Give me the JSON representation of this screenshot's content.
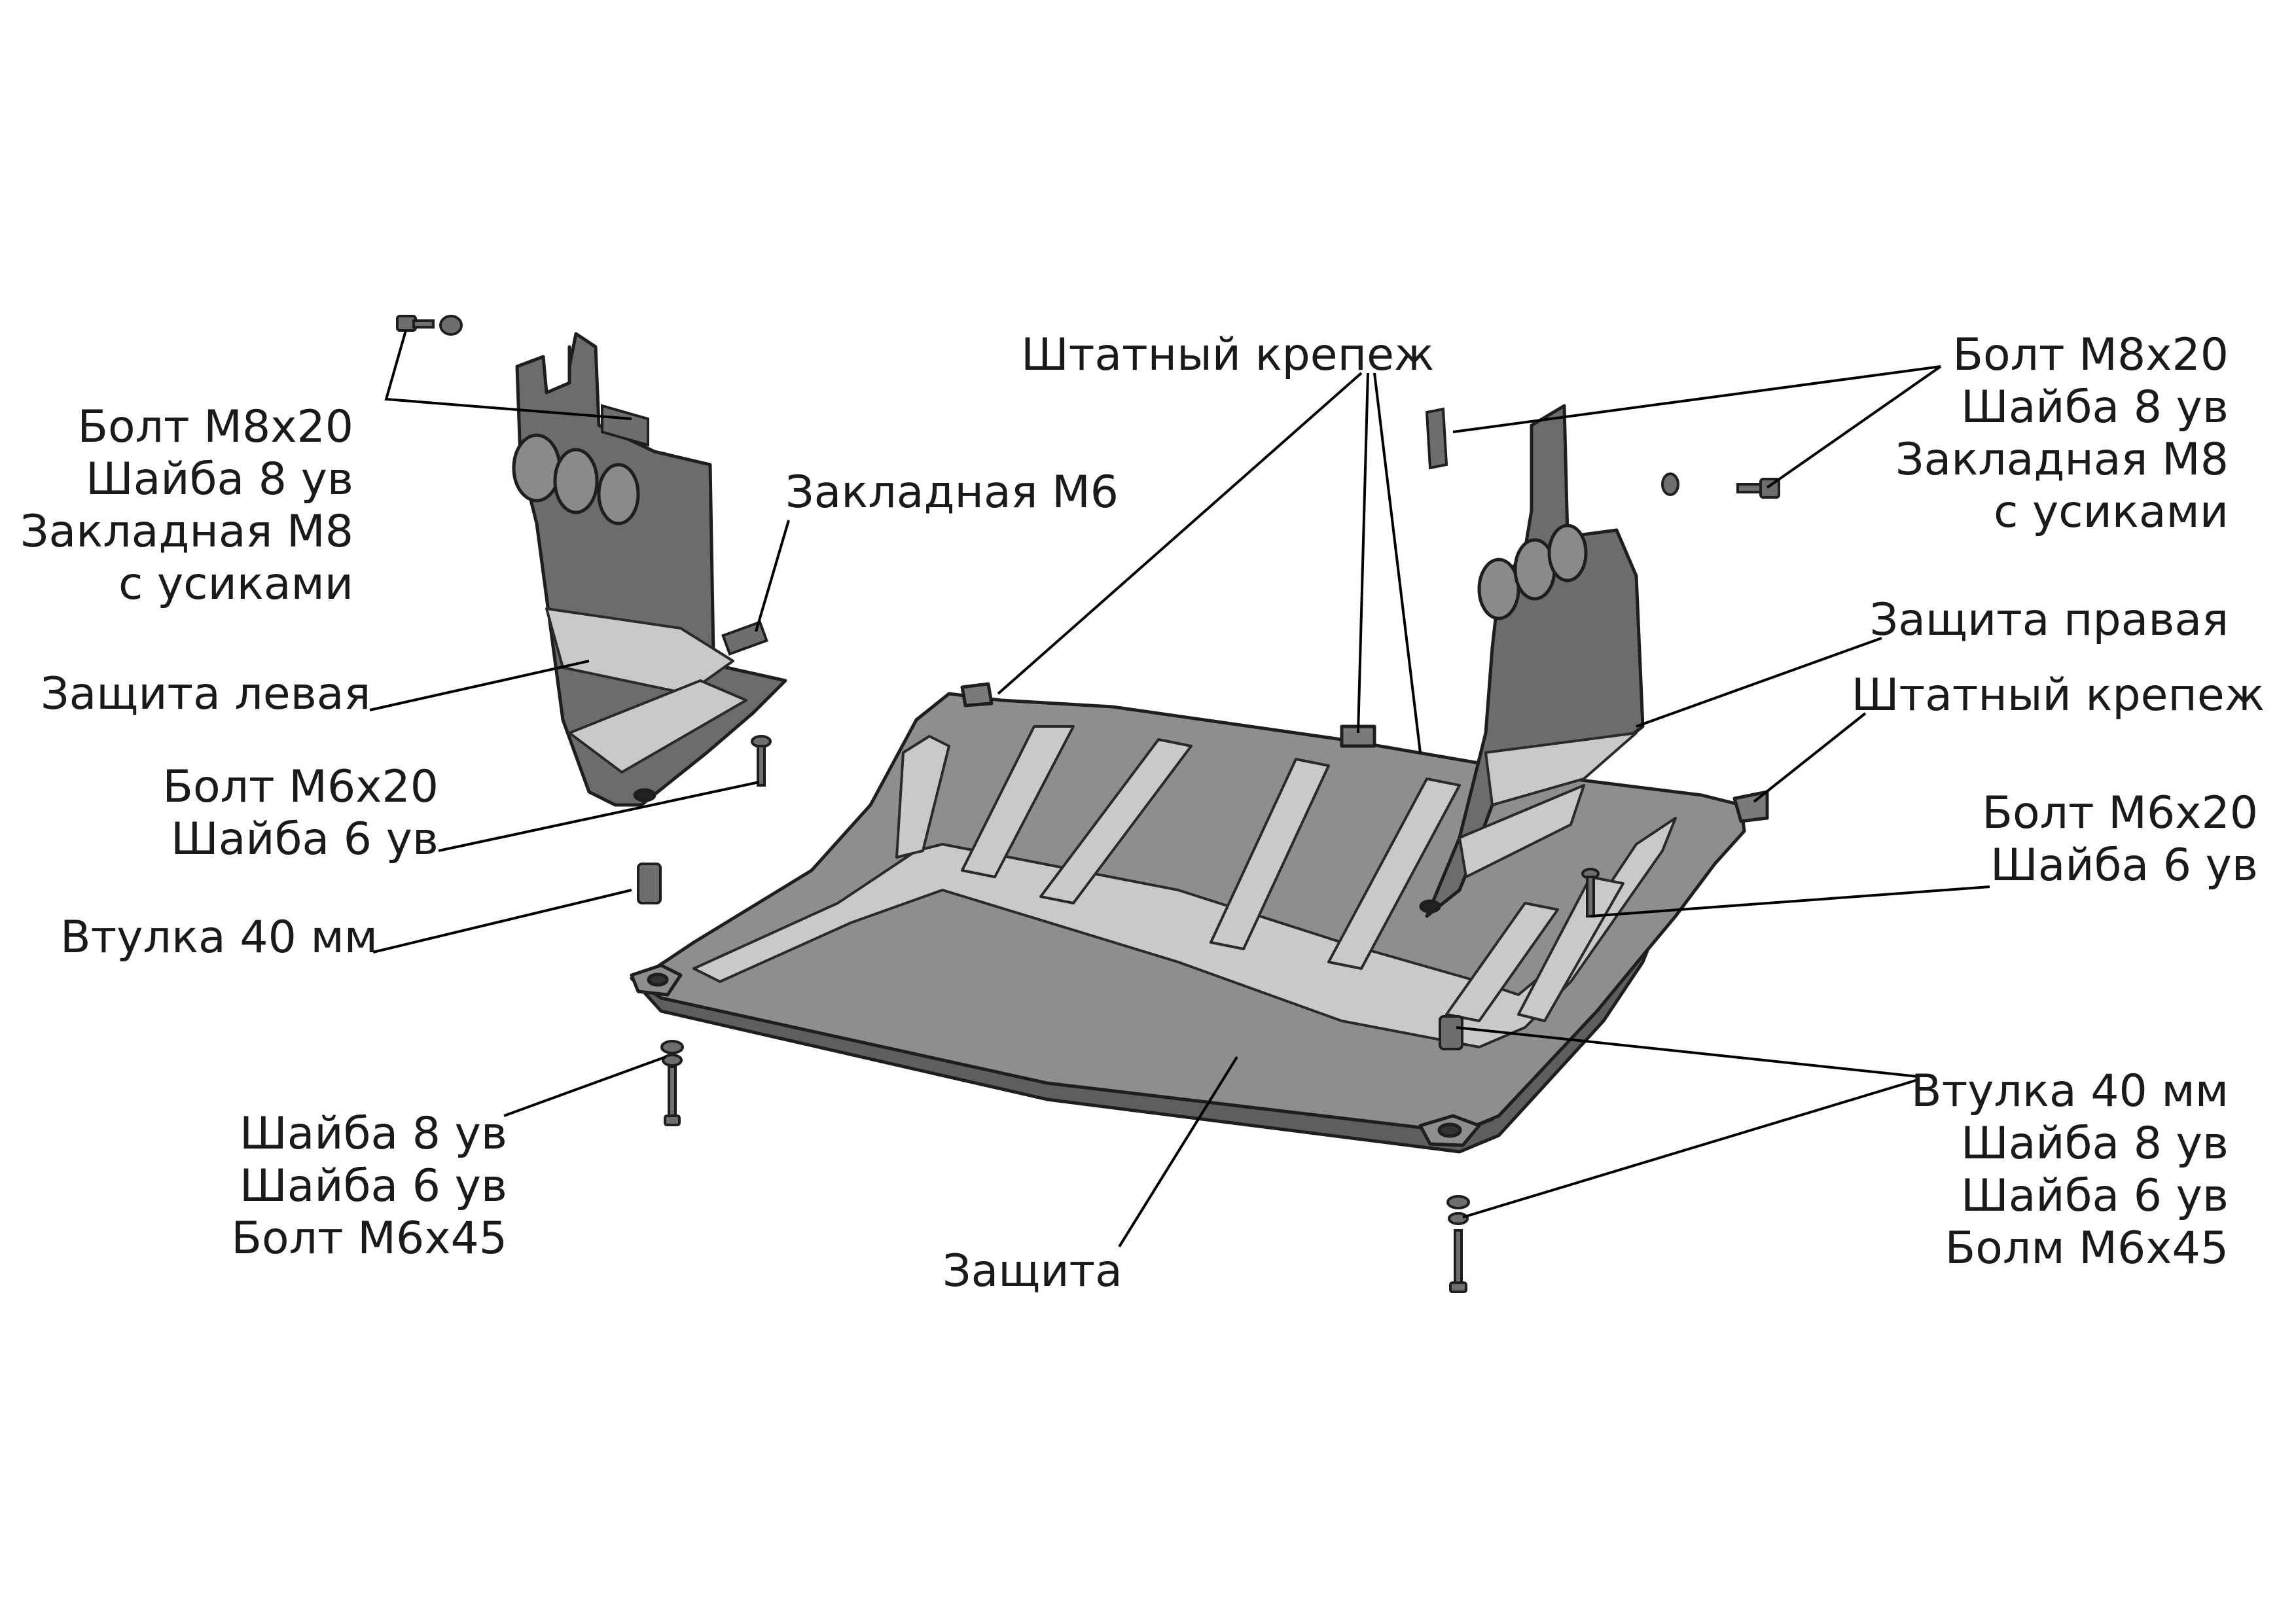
{
  "labels": {
    "left_top": [
      "Болт М8х20",
      "Шайба 8 ув",
      "Закладная М8",
      "с усиками"
    ],
    "left_insert": "Закладная М6",
    "left_guard": "Защита левая",
    "left_bolt": [
      "Болт М6х20",
      "Шайба 6 ув"
    ],
    "left_bushing": "Втулка 40 мм",
    "left_bottom": [
      "Шайба 8 ув",
      "Шайба 6 ув",
      "Болт М6х45"
    ],
    "center_top": "Штатный крепеж",
    "center_bottom": "Защита",
    "right_top": [
      "Болт М8х20",
      "Шайба 8 ув",
      "Закладная М8",
      "с усиками"
    ],
    "right_guard": "Защита правая",
    "right_fastener": "Штатный крепеж",
    "right_bolt": [
      "Болт М6х20",
      "Шайба 6 ув"
    ],
    "right_bottom": [
      "Втулка 40 мм",
      "Шайба 8 ув",
      "Шайба 6 ув",
      "Болм М6х45"
    ]
  },
  "colors": {
    "plate": "#8e8e8e",
    "plate_dark": "#5e5e5e",
    "rib": "#c9c9c9",
    "guard": "#6c6c6c",
    "text": "#1a1a1a"
  }
}
